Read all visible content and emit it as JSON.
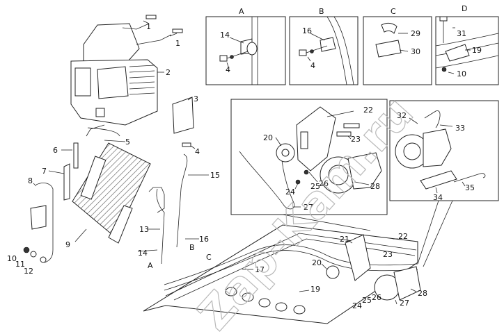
{
  "detail_views": {
    "a": {
      "title": "A",
      "callouts": [
        "14",
        "4"
      ]
    },
    "b": {
      "title": "B",
      "callouts": [
        "16",
        "4"
      ]
    },
    "c": {
      "title": "C",
      "callouts": [
        "29",
        "30"
      ]
    },
    "d": {
      "title": "D",
      "callouts": [
        "31",
        "19",
        "10"
      ]
    }
  },
  "compressor_inset": {
    "callouts": [
      "22",
      "23",
      "20",
      "26",
      "24",
      "25",
      "28",
      "27"
    ]
  },
  "bracket_inset": {
    "callouts": [
      "32",
      "33",
      "34",
      "35"
    ]
  },
  "main_callouts": [
    "1",
    "1",
    "2",
    "3",
    "4",
    "5",
    "6",
    "7",
    "8",
    "9",
    "10",
    "11",
    "12",
    "13",
    "14",
    "15",
    "16",
    "17",
    "19",
    "20",
    "21",
    "22",
    "23",
    "24",
    "25",
    "26",
    "27",
    "28"
  ],
  "view_markers": [
    "A",
    "B",
    "C",
    "D"
  ],
  "watermark": "Zap-Kam.ru"
}
